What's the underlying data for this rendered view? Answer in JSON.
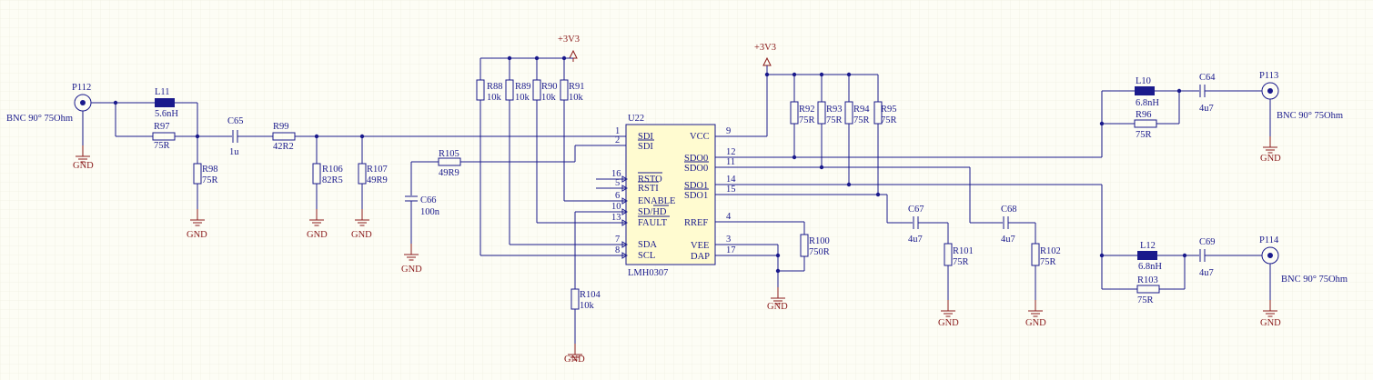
{
  "power_label": "+3V3",
  "gnd_label": "GND",
  "connectors": {
    "p112": {
      "ref": "P112",
      "desc": "BNC 90° 75Ohm"
    },
    "p113": {
      "ref": "P113",
      "desc": "BNC 90° 75Ohm"
    },
    "p114": {
      "ref": "P114",
      "desc": "BNC 90° 75Ohm"
    }
  },
  "inductors": {
    "l11": {
      "ref": "L11",
      "value": "5.6nH"
    },
    "l10": {
      "ref": "L10",
      "value": "6.8nH"
    },
    "l12": {
      "ref": "L12",
      "value": "6.8nH"
    }
  },
  "resistors": {
    "r97": {
      "ref": "R97",
      "value": "75R"
    },
    "r98": {
      "ref": "R98",
      "value": "75R"
    },
    "r99": {
      "ref": "R99",
      "value": "42R2"
    },
    "r106": {
      "ref": "R106",
      "value": "82R5"
    },
    "r107": {
      "ref": "R107",
      "value": "49R9"
    },
    "r105": {
      "ref": "R105",
      "value": "49R9"
    },
    "r88": {
      "ref": "R88",
      "value": "10k"
    },
    "r89": {
      "ref": "R89",
      "value": "10k"
    },
    "r90": {
      "ref": "R90",
      "value": "10k"
    },
    "r91": {
      "ref": "R91",
      "value": "10k"
    },
    "r104": {
      "ref": "R104",
      "value": "10k"
    },
    "r100": {
      "ref": "R100",
      "value": "750R"
    },
    "r92": {
      "ref": "R92",
      "value": "75R"
    },
    "r93": {
      "ref": "R93",
      "value": "75R"
    },
    "r94": {
      "ref": "R94",
      "value": "75R"
    },
    "r95": {
      "ref": "R95",
      "value": "75R"
    },
    "r101": {
      "ref": "R101",
      "value": "75R"
    },
    "r102": {
      "ref": "R102",
      "value": "75R"
    },
    "r96": {
      "ref": "R96",
      "value": "75R"
    },
    "r103": {
      "ref": "R103",
      "value": "75R"
    }
  },
  "capacitors": {
    "c65": {
      "ref": "C65",
      "value": "1u"
    },
    "c66": {
      "ref": "C66",
      "value": "100n"
    },
    "c67": {
      "ref": "C67",
      "value": "4u7"
    },
    "c68": {
      "ref": "C68",
      "value": "4u7"
    },
    "c64": {
      "ref": "C64",
      "value": "4u7"
    },
    "c69": {
      "ref": "C69",
      "value": "4u7"
    }
  },
  "ic": {
    "ref": "U22",
    "part": "LMH0307",
    "left_pins": [
      {
        "num": "1",
        "name": "SDI"
      },
      {
        "num": "2",
        "name": "SDI"
      },
      {
        "num": "16",
        "name": "RSTO"
      },
      {
        "num": "5",
        "name": "RSTI"
      },
      {
        "num": "6",
        "name": "ENABLE"
      },
      {
        "num": "10",
        "name": "SD/HD"
      },
      {
        "num": "13",
        "name": "FAULT"
      },
      {
        "num": "7",
        "name": "SDA"
      },
      {
        "num": "8",
        "name": "SCL"
      }
    ],
    "right_pins": [
      {
        "num": "9",
        "name": "VCC"
      },
      {
        "num": "12",
        "name": "SDO0"
      },
      {
        "num": "11",
        "name": "SDO0"
      },
      {
        "num": "14",
        "name": "SDO1"
      },
      {
        "num": "15",
        "name": "SDO1"
      },
      {
        "num": "4",
        "name": "RREF"
      },
      {
        "num": "3",
        "name": "VEE"
      },
      {
        "num": "17",
        "name": "DAP"
      }
    ]
  }
}
